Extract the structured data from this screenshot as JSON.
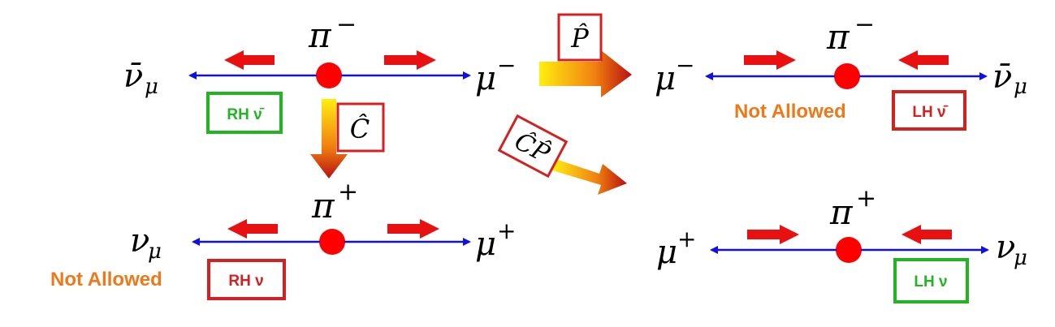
{
  "colors": {
    "momentum_arrow": "#1010e0",
    "spin_arrow": "#e81010",
    "pion": "#ff0000",
    "box_red": "#d42020",
    "box_green": "#22b522",
    "not_allowed": "#f07818",
    "op_arrow_from": "#ffee10",
    "op_arrow_to": "#c81010"
  },
  "panels": {
    "top_left": {
      "pion": "π",
      "pion_charge": "−",
      "left_particle": "ν̄",
      "left_sub": "μ",
      "right_particle": "μ",
      "right_sup": "−",
      "box_label": "RH ν̄",
      "box_color": "green",
      "note": ""
    },
    "top_right": {
      "pion": "π",
      "pion_charge": "−",
      "left_particle": "μ",
      "left_sup": "−",
      "right_particle": "ν̄",
      "right_sub": "μ",
      "box_label": "LH ν̄",
      "box_color": "red",
      "note": "Not Allowed"
    },
    "bottom_left": {
      "pion": "π",
      "pion_charge": "+",
      "left_particle": "ν",
      "left_sub": "μ",
      "right_particle": "μ",
      "right_sup": "+",
      "box_label": "RH ν",
      "box_color": "red",
      "note": "Not Allowed"
    },
    "bottom_right": {
      "pion": "π",
      "pion_charge": "+",
      "left_particle": "μ",
      "left_sup": "+",
      "right_particle": "ν",
      "right_sub": "μ",
      "box_label": "LH ν",
      "box_color": "green",
      "note": ""
    }
  },
  "operators": {
    "parity": "P̂",
    "charge": "Ĉ",
    "cp": "ĈP̂"
  }
}
